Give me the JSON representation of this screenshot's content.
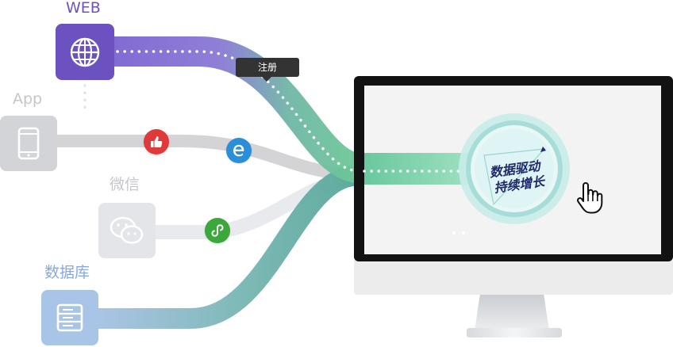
{
  "sources": {
    "web": "WEB",
    "app": "App",
    "wechat": "微信",
    "database": "数据库"
  },
  "tooltip": "注册",
  "slogan": {
    "line1": "数据驱动",
    "line2": "持续增长"
  },
  "colors": {
    "web": "#6b52c0",
    "app": "#cccdd1",
    "wechat": "#dde0e4",
    "database": "#a8c4e4",
    "accent_green": "#5cc49a",
    "screen_ring": "#9fdcd8"
  },
  "icons": {
    "web": "globe-icon",
    "app": "phone-icon",
    "wechat": "wechat-icon",
    "database": "server-icon",
    "like": "thumbs-up-icon",
    "browser": "edge-icon",
    "miniprogram": "mini-program-icon",
    "cursor": "hand-pointer-icon"
  }
}
